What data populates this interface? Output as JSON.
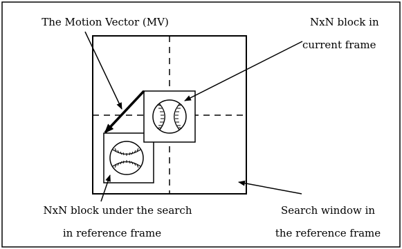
{
  "labels": {
    "motion_vector": "The Motion Vector (MV)",
    "current_block_line1": "NxN block in",
    "current_block_line2": "current frame",
    "ref_block_line1": "NxN block under the search",
    "ref_block_line2": "in reference frame",
    "search_window_line1": "Search window in",
    "search_window_line2": "the reference frame"
  },
  "colors": {
    "stroke": "#000000",
    "background": "#ffffff"
  },
  "icons": {
    "block_content": "baseball-icon"
  }
}
